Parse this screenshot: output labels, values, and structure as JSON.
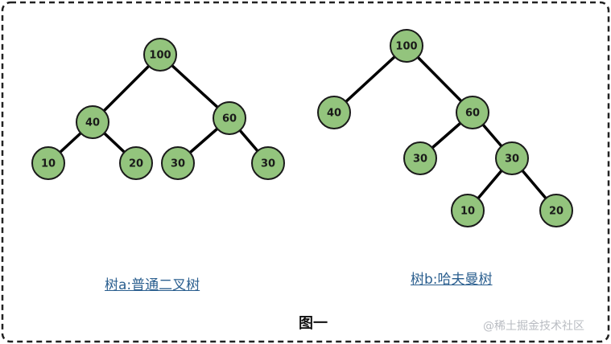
{
  "diagram": {
    "tree_a": {
      "caption": "树a:普通二叉树",
      "nodes": [
        {
          "id": "a1",
          "value": "100"
        },
        {
          "id": "a2",
          "value": "40"
        },
        {
          "id": "a3",
          "value": "60"
        },
        {
          "id": "a4",
          "value": "10"
        },
        {
          "id": "a5",
          "value": "20"
        },
        {
          "id": "a6",
          "value": "30"
        },
        {
          "id": "a7",
          "value": "30"
        }
      ],
      "edges": [
        [
          "a1",
          "a2"
        ],
        [
          "a1",
          "a3"
        ],
        [
          "a2",
          "a4"
        ],
        [
          "a2",
          "a5"
        ],
        [
          "a3",
          "a6"
        ],
        [
          "a3",
          "a7"
        ]
      ]
    },
    "tree_b": {
      "caption": "树b:哈夫曼树",
      "nodes": [
        {
          "id": "b1",
          "value": "100"
        },
        {
          "id": "b2",
          "value": "40"
        },
        {
          "id": "b3",
          "value": "60"
        },
        {
          "id": "b4",
          "value": "30"
        },
        {
          "id": "b5",
          "value": "30"
        },
        {
          "id": "b6",
          "value": "10"
        },
        {
          "id": "b7",
          "value": "20"
        }
      ],
      "edges": [
        [
          "b1",
          "b2"
        ],
        [
          "b1",
          "b3"
        ],
        [
          "b3",
          "b4"
        ],
        [
          "b3",
          "b5"
        ],
        [
          "b5",
          "b6"
        ],
        [
          "b5",
          "b7"
        ]
      ]
    },
    "figure_title": "图一",
    "watermark": "@稀土掘金技术社区",
    "colors": {
      "node_fill": "#93c47d",
      "node_stroke": "#1a1a1a",
      "edge": "#000000",
      "caption": "#2b5f8f",
      "border": "#222222"
    }
  }
}
